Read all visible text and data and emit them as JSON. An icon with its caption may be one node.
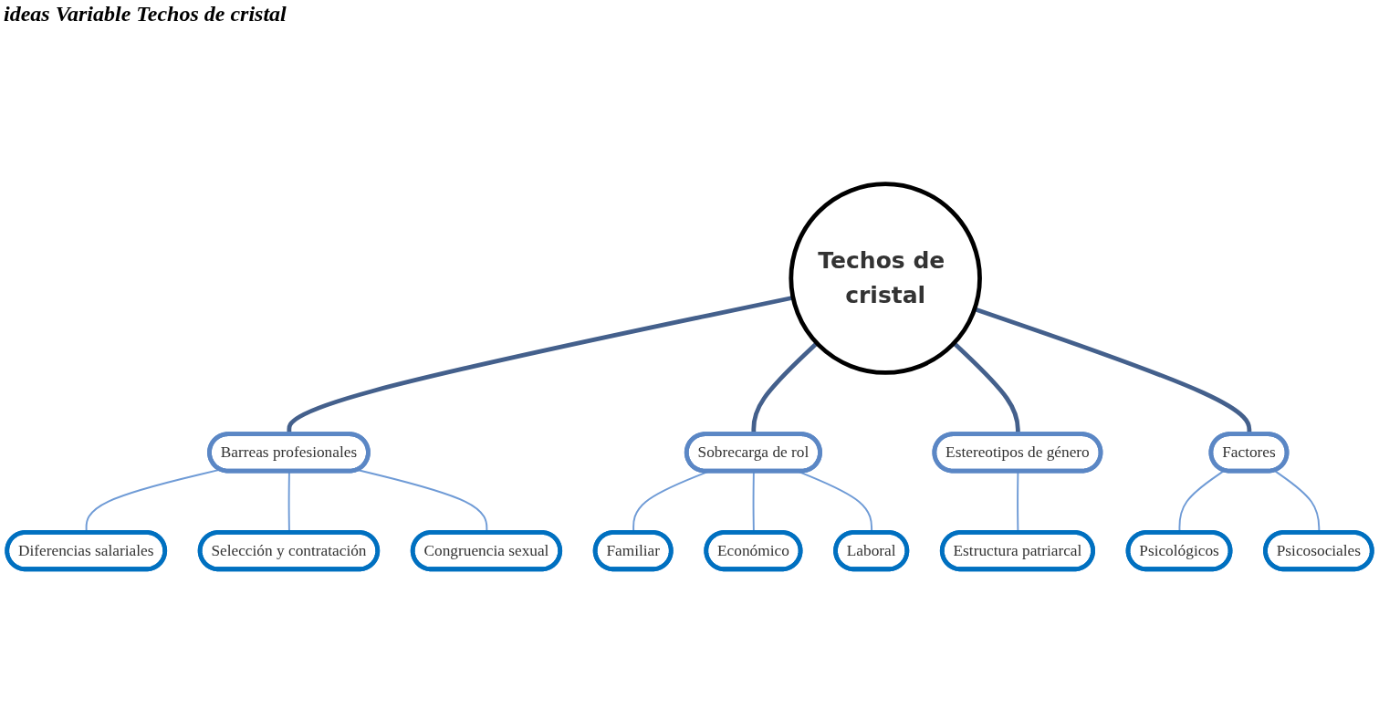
{
  "diagram": {
    "title": "ideas Variable Techos de cristal",
    "nodes": [
      {
        "text": [
          "Techos de cristal"
        ]
      },
      {
        "text": [
          "Barreas profesionales"
        ]
      },
      {
        "text": [
          "Sobrecarga de rol"
        ]
      },
      {
        "text": [
          "Estereotipos de género"
        ]
      },
      {
        "text": [
          "Factores"
        ]
      },
      {
        "text": [
          "Diferencias salariales"
        ]
      },
      {
        "text": [
          "Selección y contratación"
        ]
      },
      {
        "text": [
          "Congruencia sexual"
        ]
      },
      {
        "text": [
          "Familiar"
        ]
      },
      {
        "text": [
          "Económico"
        ]
      },
      {
        "text": [
          "Laboral"
        ]
      },
      {
        "text": [
          "Estructura patriarcal"
        ]
      },
      {
        "text": [
          "Psicológicos"
        ]
      },
      {
        "text": [
          "Psicosociales"
        ]
      }
    ],
    "edges": [
      {
        "from": 0,
        "to": 1,
        "arrow": "none",
        "style": "thick",
        "color": "#44608c"
      },
      {
        "from": 0,
        "to": 2,
        "arrow": "none",
        "style": "thick",
        "color": "#44608c"
      },
      {
        "from": 0,
        "to": 3,
        "arrow": "none",
        "style": "thick",
        "color": "#44608c"
      },
      {
        "from": 0,
        "to": 4,
        "arrow": "none",
        "style": "thick",
        "color": "#44608c"
      },
      {
        "from": 1,
        "to": 5,
        "arrow": "none"
      },
      {
        "from": 1,
        "to": 6,
        "arrow": "none"
      },
      {
        "from": 1,
        "to": 7,
        "arrow": "none"
      },
      {
        "from": 2,
        "to": 8,
        "arrow": "none"
      },
      {
        "from": 2,
        "to": 9,
        "arrow": "none"
      },
      {
        "from": 2,
        "to": 10,
        "arrow": "none"
      },
      {
        "from": 3,
        "to": 11,
        "arrow": "none"
      },
      {
        "from": 4,
        "to": 12,
        "arrow": "none"
      },
      {
        "from": 4,
        "to": 13,
        "arrow": "none"
      }
    ]
  }
}
